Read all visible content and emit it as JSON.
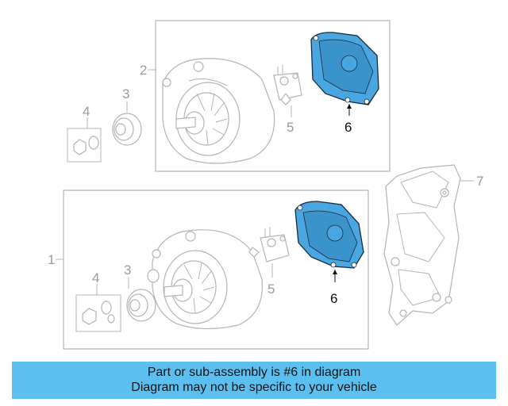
{
  "colors": {
    "highlight": "#4aa6e0",
    "banner": "#5bc0f0",
    "line": "#b4b4b4"
  },
  "diagram": {
    "callouts": {
      "top_box": "2",
      "top_pulley": "3",
      "top_nut": "4",
      "top_regulator": "5",
      "top_cover": "6",
      "bracket": "7",
      "bottom_box": "1",
      "bottom_pulley": "3",
      "bottom_nut": "4",
      "bottom_regulator": "5",
      "bottom_cover": "6"
    }
  },
  "banner": {
    "line1": "Part or sub-assembly is #6 in diagram",
    "line2": "Diagram may not be specific to your vehicle"
  }
}
